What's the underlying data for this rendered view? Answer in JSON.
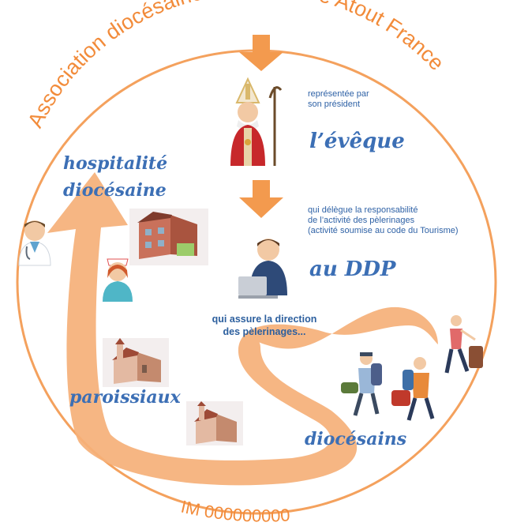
{
  "arc_title": "Association diocésaine immatriculée Atout France",
  "bishop": {
    "caption": [
      "représentée par",
      "son président"
    ],
    "title": "l’évêque"
  },
  "ddp": {
    "caption": [
      "qui délègue la responsabilité",
      "de l’activité des pèlerinages",
      "(activité soumise au code du Tourisme)"
    ],
    "title": "au DDP",
    "direction": [
      "qui assure la direction",
      "des pèlerinages..."
    ]
  },
  "labels": {
    "hospitalite": [
      "hospitalité",
      "diocésaine"
    ],
    "paroissiaux": "paroissiaux",
    "diocesains": "diocésains"
  },
  "footer": "IM 000000000",
  "colors": {
    "orange": "#f4a15d",
    "orange_light": "#f8c396",
    "blue": "#3c6fb5"
  },
  "icons": [
    "bishop-icon",
    "computer-worker-icon",
    "doctor-icon",
    "nurse-icon",
    "hospital-building-icon",
    "church-icon",
    "pilgrims-icon"
  ]
}
